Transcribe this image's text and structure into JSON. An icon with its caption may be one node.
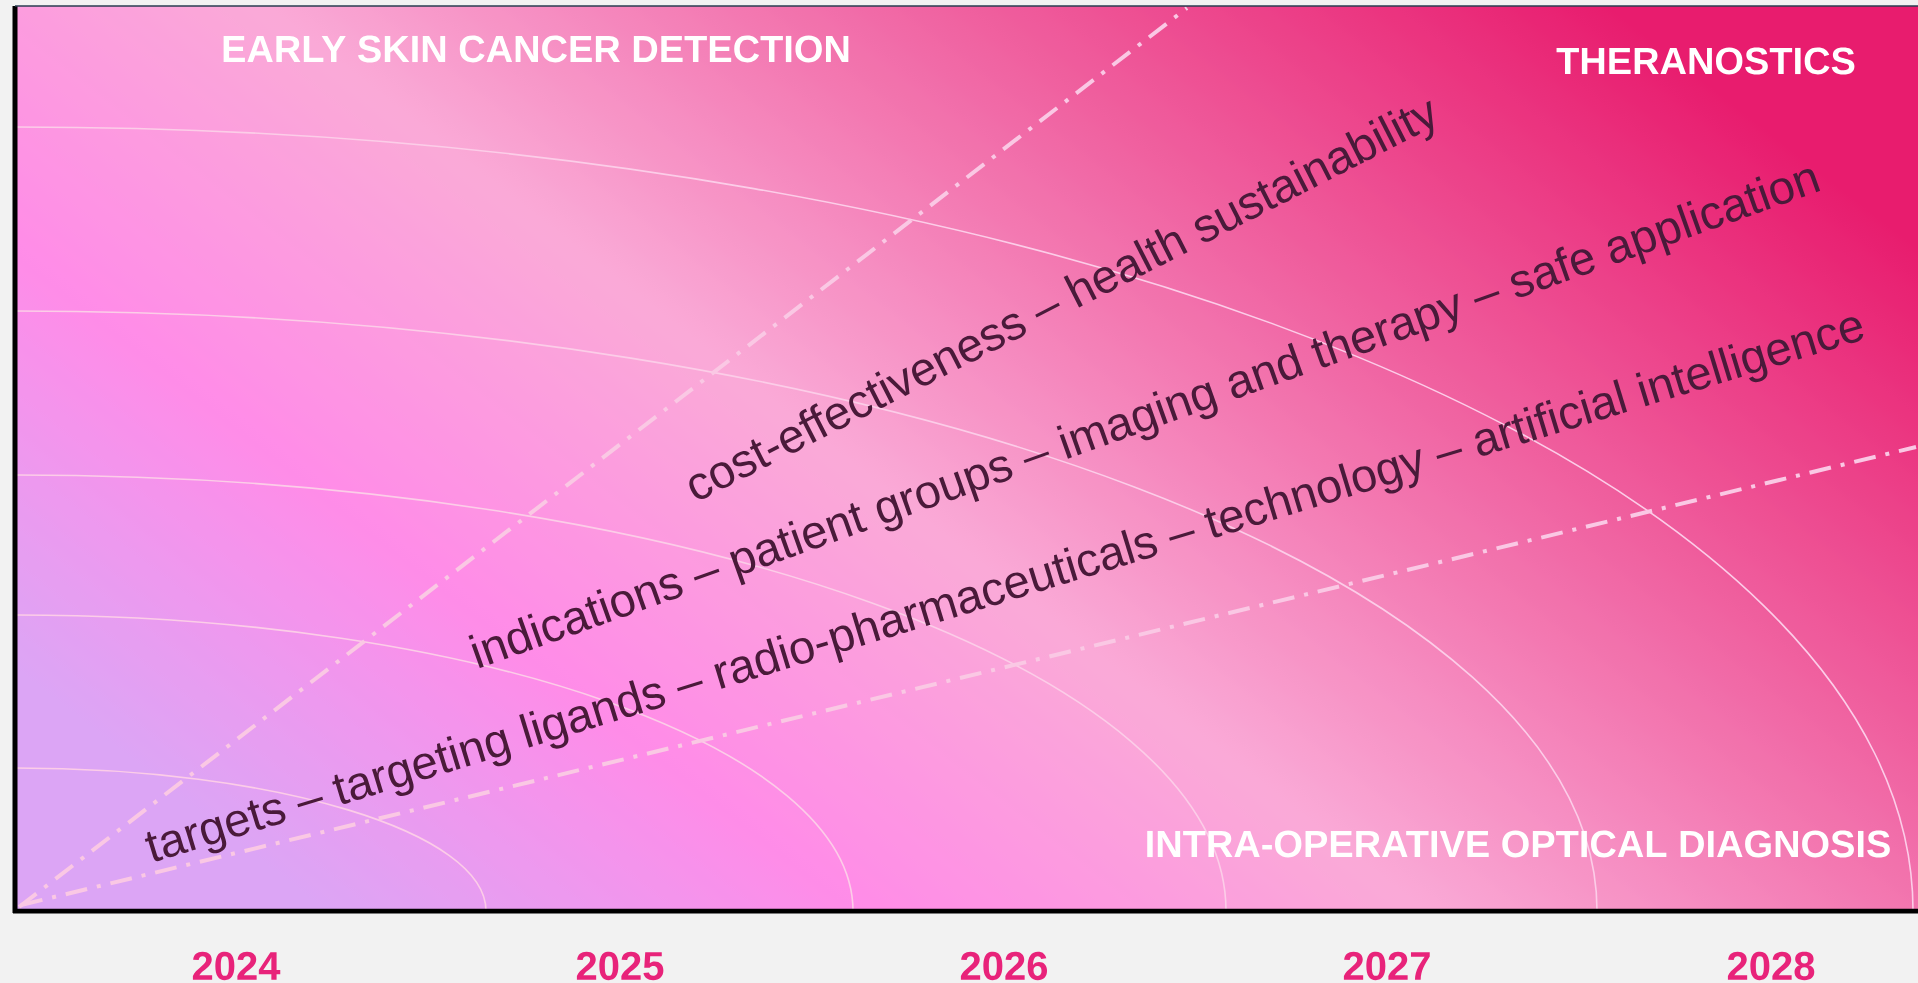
{
  "diagram": {
    "labels": [
      "EARLY SKIN CANCER DETECTION",
      "THERANOSTICS",
      "cost-effectiveness – health sustainability",
      "indications – patient groups – imaging and therapy – safe application",
      "targets – targeting ligands – radio-pharmaceuticals – technology – artificial intelligence",
      "INTRA-OPERATIVE OPTICAL DIAGNOSIS",
      "2024",
      "2025",
      "2026",
      "2027",
      "2028"
    ]
  }
}
